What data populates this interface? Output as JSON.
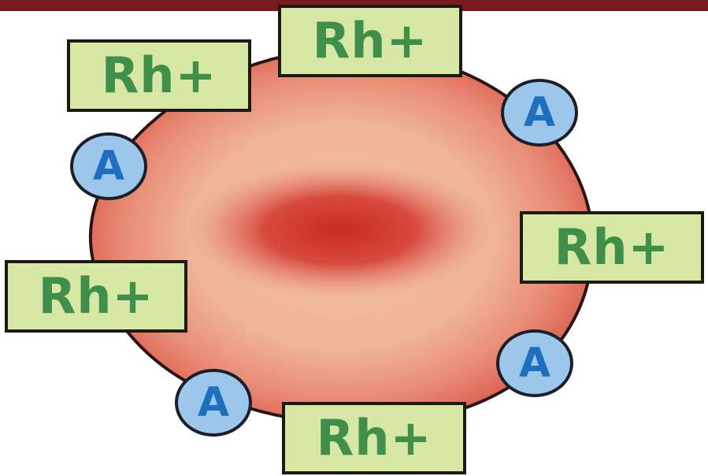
{
  "colors": {
    "top_bar": "#7a1a1f",
    "cell_outer": "#d9574a",
    "cell_rim": "#f3c1ad",
    "cell_center": "#cf2e26",
    "cell_outline": "#2b1512",
    "rh_box_fill": "#d6e8a3",
    "rh_text": "#3f8f4a",
    "antigen_fill": "#9cc6ea",
    "antigen_text": "#1f6fc0"
  },
  "rh_labels": [
    {
      "text": "Rh+"
    },
    {
      "text": "Rh+"
    },
    {
      "text": "Rh+"
    },
    {
      "text": "Rh+"
    },
    {
      "text": "Rh+"
    }
  ],
  "antigens": [
    {
      "text": "A"
    },
    {
      "text": "A"
    },
    {
      "text": "A"
    },
    {
      "text": "A"
    }
  ]
}
